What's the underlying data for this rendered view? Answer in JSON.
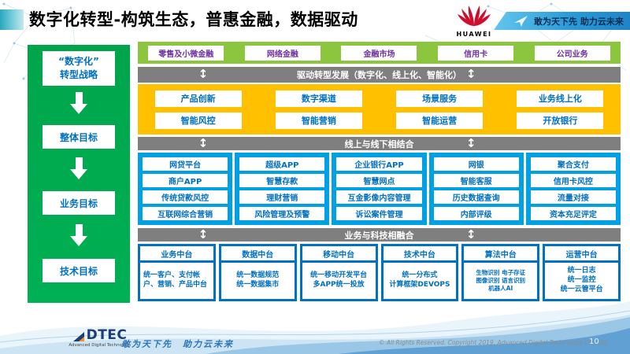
{
  "header": {
    "title": "数字化转型-构筑生态，普惠金融，数据驱动",
    "huawei_label": "HUAWEI",
    "ribbon_slogan": "敢为天下先 助力云未来"
  },
  "sidebar": {
    "strategy": "“数字化”\n转型战略",
    "overall_goal": "整体目标",
    "business_goal": "业务目标",
    "technology_goal": "技术目标"
  },
  "business_lines": [
    "零售及小微金融",
    "网络金融",
    "金融市场",
    "信用卡",
    "公司业务"
  ],
  "banners": {
    "drive": "驱动转型发展（数字化、线上化、智能化）",
    "online_offline": "线上与线下相结合",
    "tech_fusion": "业务与科技相融合"
  },
  "transformation": {
    "row1": [
      "产品创新",
      "数字渠道",
      "场景服务",
      "业务线上化"
    ],
    "row2": [
      "智能风控",
      "智能营销",
      "智能运营",
      "开放银行"
    ]
  },
  "channels": {
    "col1": [
      "网贷平台",
      "商户APP",
      "传统贷款风控",
      "互联网综合营销"
    ],
    "col2": [
      "超级APP",
      "智慧存款",
      "理财营销",
      "风险管理及预警"
    ],
    "col3": [
      "企业银行APP",
      "智慧网点",
      "互金影像内容管理",
      "诉讼案件管理"
    ],
    "col4": [
      "网银",
      "智能客服",
      "历史数据查询",
      "内部评级"
    ],
    "col5": [
      "聚合支付",
      "信用卡风控",
      "流量对接",
      "资本充足评定"
    ]
  },
  "platforms": [
    {
      "title": "业务中台",
      "content": "统一客户、支付帐户、营销、产品中台"
    },
    {
      "title": "数据中台",
      "content": "统一数据规范\n统一数据集市"
    },
    {
      "title": "移动中台",
      "content": "统一移动开发平台\n多APP统一投放"
    },
    {
      "title": "技术中台",
      "content": "统一分布式\n计算框架DEVOPS"
    },
    {
      "title": "算法中台",
      "content": "生物识别 电子存证\n图像识别 语言识别\n机器人AI"
    },
    {
      "title": "运营中台",
      "content": "统一日志\n统一监控\n统一云管平台"
    }
  ],
  "footer": {
    "logo": "DTEC",
    "logo_sub": "Advanced Digital Technology",
    "slogan": "敢为天下先　助力云未来",
    "copyright": "© All Rights Reserved. Copyright 2019. Advanced Digital Technology CO.,Ltd",
    "page": "10"
  },
  "colors": {
    "sidebar_green": "#00A94F",
    "band_green": "#8CC63E",
    "banner_gray": "#7F7F7F",
    "yellow": "#FFC000",
    "cyan": "#00A1E4",
    "panel_blue": "#0071C5",
    "text_blue": "#0070C0",
    "text_purple": "#7030A0",
    "huawei_red": "#CE0E2D",
    "ribbon_blue": "#2B9BD8"
  }
}
